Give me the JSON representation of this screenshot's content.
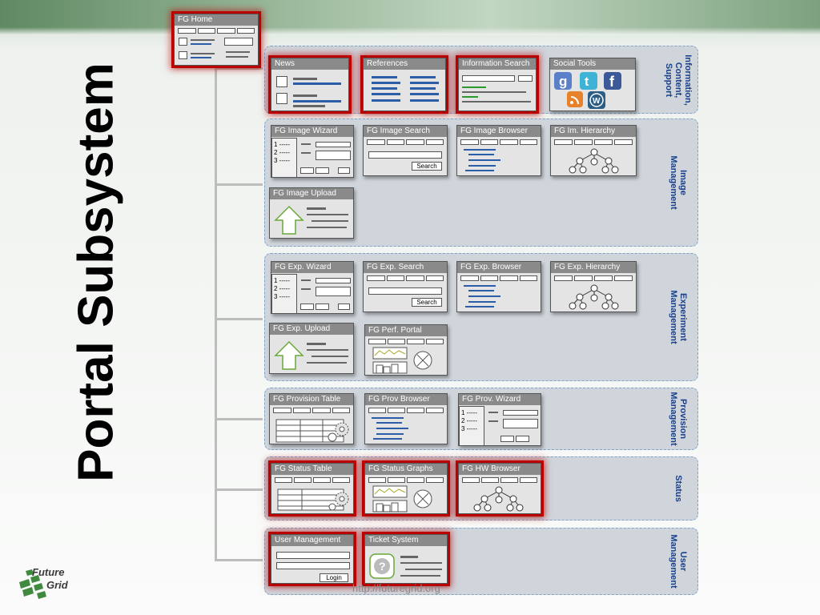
{
  "title": "Portal Subsystem",
  "url": "http://futuregrid.org",
  "logo": {
    "line1": "Future",
    "line2": "Grid"
  },
  "colors": {
    "highlight": "#bb0000",
    "blue_text": "#1a3f8a",
    "section_bg": "#cfd5db"
  },
  "home": {
    "title": "FG Home"
  },
  "sections": [
    {
      "label": "Information,\nContent,\nSupport",
      "panels": [
        {
          "title": "News"
        },
        {
          "title": "References"
        },
        {
          "title": "Information Search"
        },
        {
          "title": "Social Tools"
        }
      ]
    },
    {
      "label": "Image\nManagement",
      "panels": [
        {
          "title": "FG Image Wizard"
        },
        {
          "title": "FG Image Search"
        },
        {
          "title": "FG Image Browser"
        },
        {
          "title": "FG Im. Hierarchy"
        },
        {
          "title": "FG Image Upload"
        }
      ]
    },
    {
      "label": "Experiment\nManagement",
      "panels": [
        {
          "title": "FG Exp. Wizard"
        },
        {
          "title": "FG Exp. Search"
        },
        {
          "title": "FG Exp. Browser"
        },
        {
          "title": "FG Exp. Hierarchy"
        },
        {
          "title": "FG Exp. Upload"
        },
        {
          "title": "FG Perf. Portal"
        }
      ]
    },
    {
      "label": "Provision\nManagement",
      "panels": [
        {
          "title": "FG Provision Table"
        },
        {
          "title": "FG Prov Browser"
        },
        {
          "title": "FG Prov. Wizard"
        }
      ]
    },
    {
      "label": "Status",
      "panels": [
        {
          "title": "FG Status Table"
        },
        {
          "title": "FG Status Graphs"
        },
        {
          "title": "FG HW Browser"
        }
      ]
    },
    {
      "label": "User\nManagement",
      "panels": [
        {
          "title": "User Management"
        },
        {
          "title": "Ticket System"
        }
      ]
    }
  ],
  "widgets": {
    "search_button": "Search",
    "login_button": "Login",
    "wizard_steps": [
      "1 -----",
      "2 -----",
      "3 -----"
    ]
  }
}
